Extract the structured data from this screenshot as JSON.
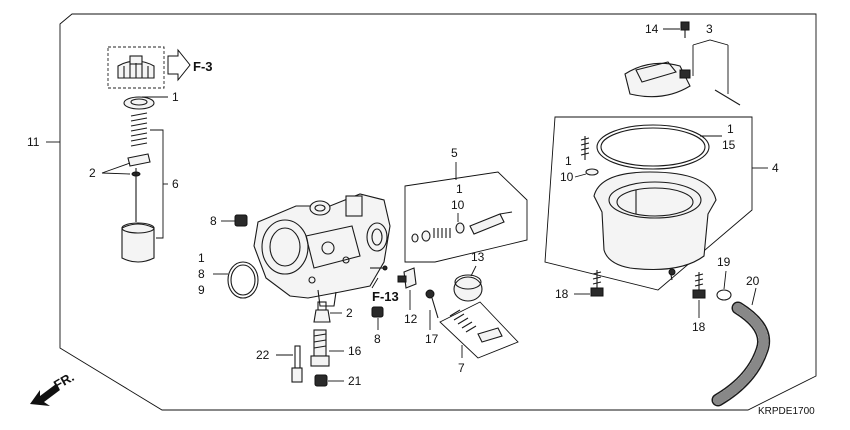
{
  "diagram": {
    "callouts": {
      "c1_top": "1",
      "c11": "11",
      "c2_left": "2",
      "c6": "6",
      "c8_upper": "8",
      "c1_gasket": "1",
      "c8_gasket": "8",
      "c9": "9",
      "c5": "5",
      "c1_kit": "1",
      "c10_kit": "10",
      "c14": "14",
      "c3": "3",
      "c1_bowl": "1",
      "c15": "15",
      "c4": "4",
      "c1_screw": "1",
      "c10_screw": "10",
      "c13": "13",
      "c2_jet": "2",
      "c12": "12",
      "c8_lower": "8",
      "c17": "17",
      "c7": "7",
      "c22": "22",
      "c16": "16",
      "c21": "21",
      "c18_left": "18",
      "c18_right": "18",
      "c19": "19",
      "c20": "20"
    },
    "references": {
      "f3": "F-3",
      "f13": "F-13",
      "front": "FR."
    },
    "drawing_code": "KRPDE1700"
  }
}
